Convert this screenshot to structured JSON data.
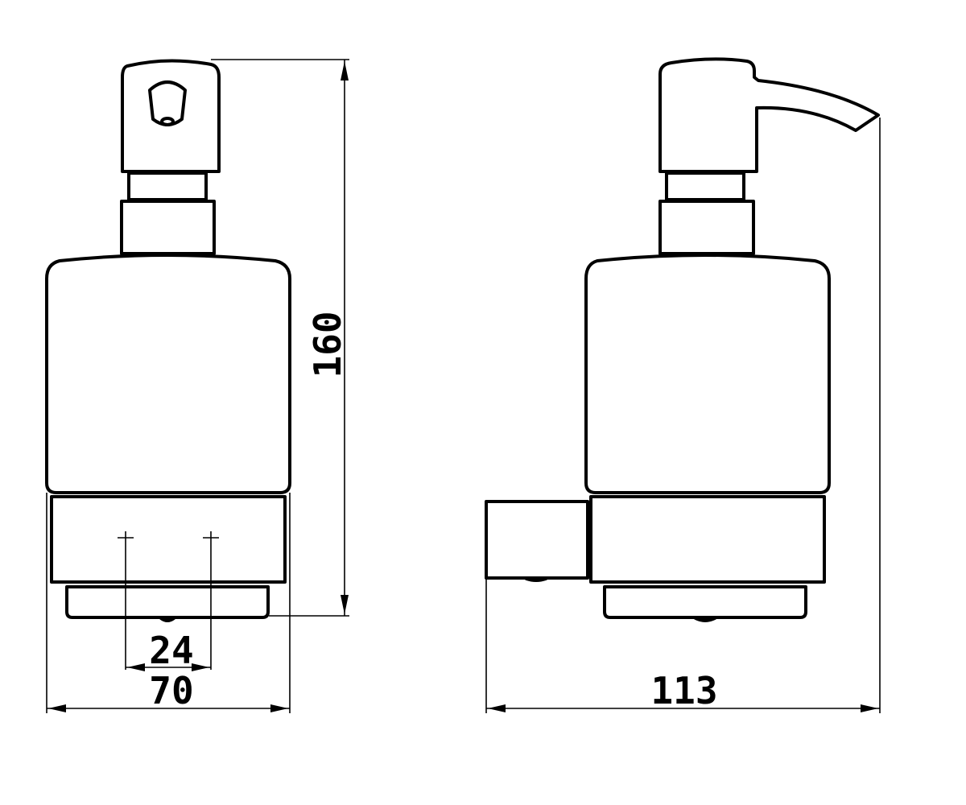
{
  "dimensions": {
    "height": "160",
    "width_front": "70",
    "hole_spacing": "24",
    "depth_side": "113"
  },
  "colors": {
    "line": "#000000",
    "background": "#ffffff"
  }
}
